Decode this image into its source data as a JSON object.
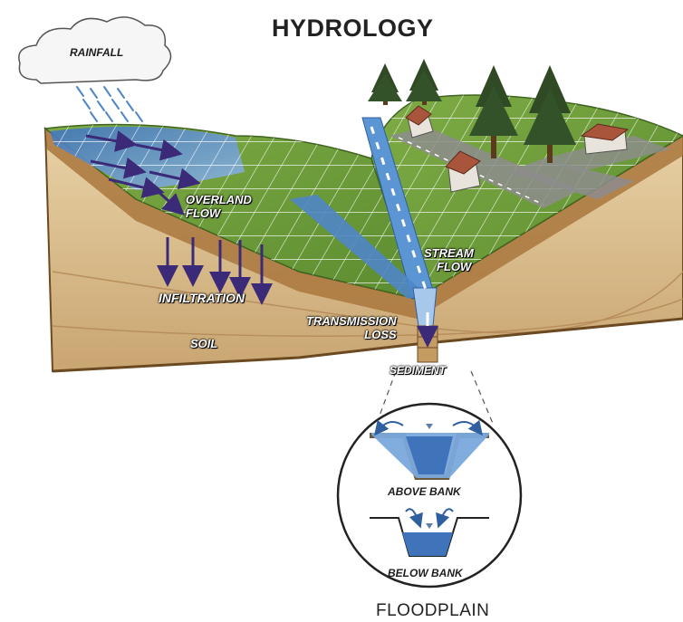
{
  "title": "HYDROLOGY",
  "subtitle": "FLOODPLAIN",
  "labels": {
    "rainfall": "RAINFALL",
    "overland_flow_1": "OVERLAND",
    "overland_flow_2": "FLOW",
    "stream_flow_1": "STREAM",
    "stream_flow_2": "FLOW",
    "infiltration": "INFILTRATION",
    "transmission_loss_1": "TRANSMISSION",
    "transmission_loss_2": "LOSS",
    "soil": "SOIL",
    "sediment": "SEDIMENT",
    "above_bank": "ABOVE BANK",
    "below_bank": "BELOW BANK"
  },
  "colors": {
    "grass": "#6e9a3c",
    "grass_dark": "#4f7a2a",
    "water": "#4f86c6",
    "soil": "#d9bf8f",
    "soil_dark": "#7a5a2e",
    "arrow": "#3b2a78"
  }
}
